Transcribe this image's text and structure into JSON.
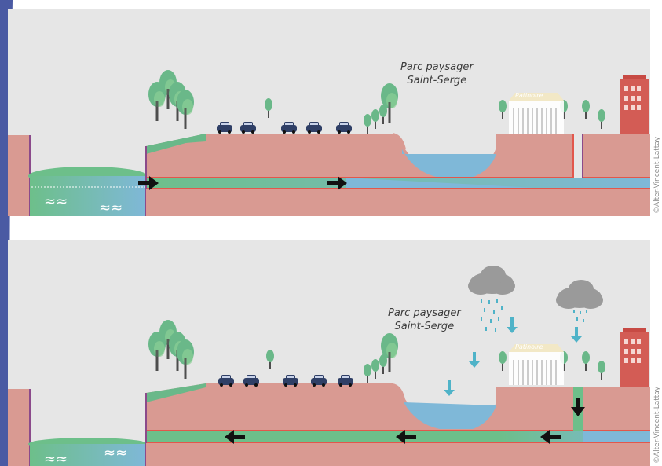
{
  "panels": [
    {
      "id": "top",
      "park_label_line1": "Parc paysager",
      "park_label_line2": "Saint-Serge",
      "rink_label": "Patinoire",
      "credit": "©Alter-Vincent-Lattay",
      "flow_direction": "right",
      "rain": false
    },
    {
      "id": "bottom",
      "park_label_line1": "Parc paysager",
      "park_label_line2": "Saint-Serge",
      "rink_label": "Patinoire",
      "credit": "©Alter-Vincent-Lattay",
      "flow_direction": "left",
      "rain": true
    }
  ],
  "colors": {
    "sky": "#e6e6e6",
    "ground": "#d99a92",
    "ground_stroke": "#e2574c",
    "water": "#7fb8d8",
    "green": "#6ab889",
    "tree_dark": "#5aa878",
    "tree_light": "#8ccf96",
    "car": "#2f3f66",
    "cloud": "#9a9a9a",
    "rain": "#4fb3c8",
    "arrow": "#111111",
    "side_band": "#4a5aa3"
  }
}
